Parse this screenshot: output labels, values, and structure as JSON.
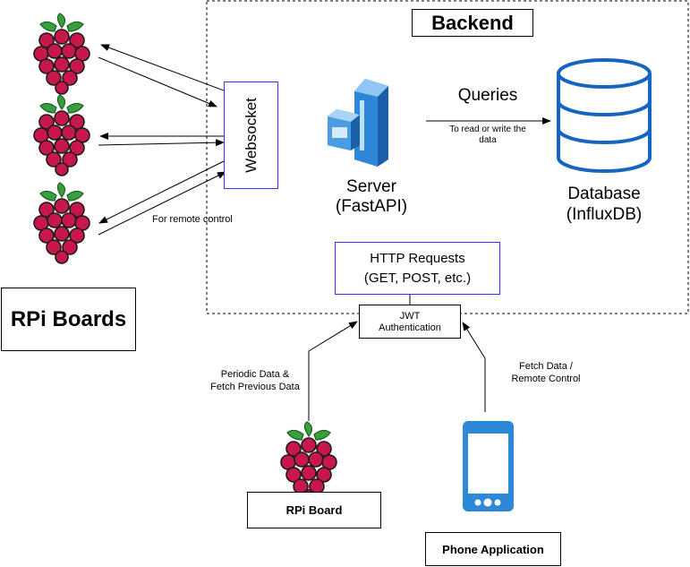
{
  "backend": {
    "title": "Backend"
  },
  "rpi_boards": {
    "title": "RPi Boards",
    "count": 3,
    "icon": "raspberry-pi-icon"
  },
  "websocket": {
    "label": "Websocket",
    "remote_label": "For remote control"
  },
  "server": {
    "name": "Server",
    "framework": "(FastAPI)",
    "icon": "server-icon"
  },
  "queries": {
    "label": "Queries",
    "sublabel_line1": "To read or write the",
    "sublabel_line2": "data"
  },
  "database": {
    "name": "Database",
    "engine": "(InfluxDB)",
    "icon": "database-icon"
  },
  "http": {
    "line1": "HTTP Requests",
    "line2": "(GET, POST, etc.)"
  },
  "jwt": {
    "line1": "JWT",
    "line2": "Authentication"
  },
  "rpi_board": {
    "label": "RPi Board",
    "edge_line1": "Periodic Data &",
    "edge_line2": "Fetch Previous Data"
  },
  "phone": {
    "label": "Phone Application",
    "edge_line1": "Fetch Data /",
    "edge_line2": "Remote Control",
    "icon": "smartphone-icon"
  },
  "colors": {
    "raspberry": "#cc1a3c",
    "leaf": "#4caf50",
    "server_blue": "#2d7fd4",
    "box_border": "#3333ff"
  }
}
